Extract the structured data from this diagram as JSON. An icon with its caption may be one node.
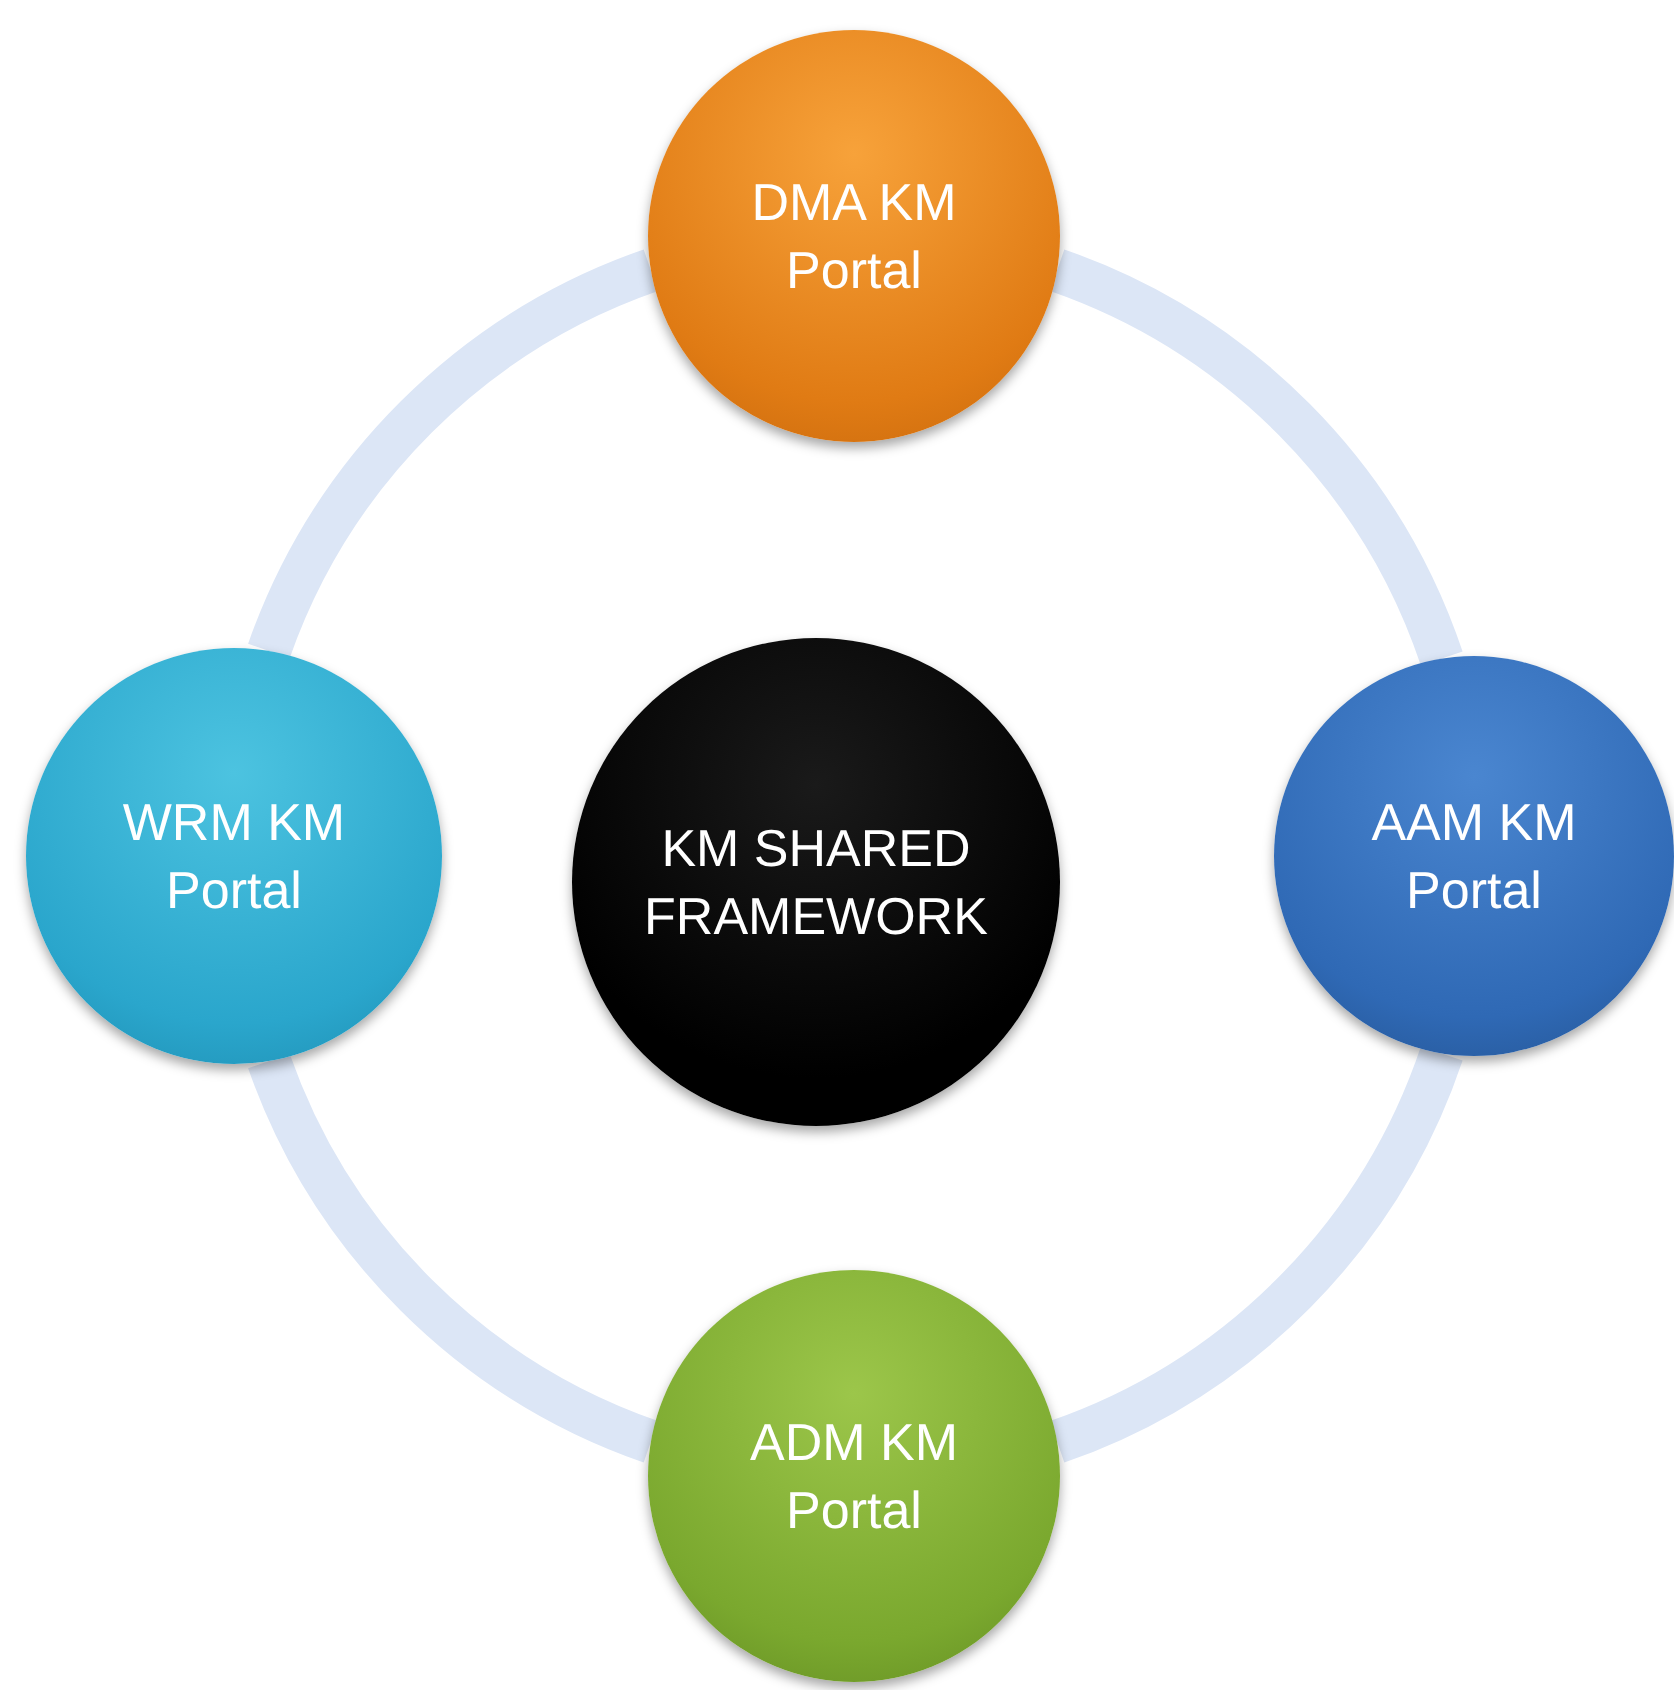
{
  "diagram": {
    "nodes": [
      {
        "text": [
          "DMA KM Portal"
        ]
      },
      {
        "text": [
          "WRM KM Portal"
        ]
      },
      {
        "text": [
          "KM SHARED FRAMEWORK"
        ]
      },
      {
        "text": [
          "AAM KM Portal"
        ]
      },
      {
        "text": [
          "ADM KM Portal"
        ]
      }
    ],
    "edges": [
      {
        "from": 0,
        "to": 3,
        "arrow": "none"
      },
      {
        "from": 3,
        "to": 4,
        "arrow": "none"
      },
      {
        "from": 4,
        "to": 1,
        "arrow": "none"
      },
      {
        "from": 1,
        "to": 0,
        "arrow": "none"
      }
    ]
  }
}
